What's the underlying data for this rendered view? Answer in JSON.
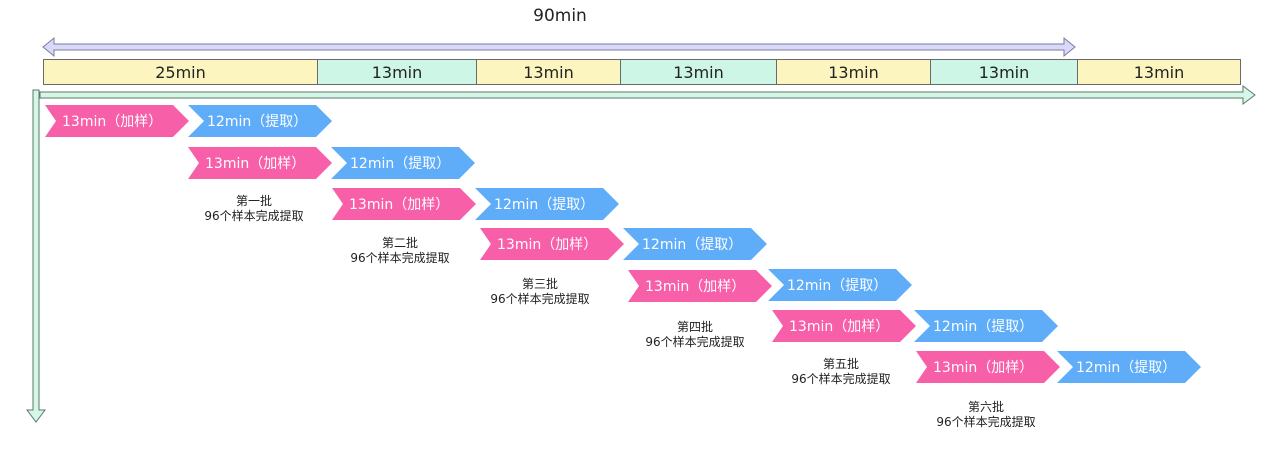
{
  "total_label": "90min",
  "segments": [
    {
      "label": "25min",
      "color": "yellow"
    },
    {
      "label": "13min",
      "color": "green"
    },
    {
      "label": "13min",
      "color": "yellow"
    },
    {
      "label": "13min",
      "color": "green"
    },
    {
      "label": "13min",
      "color": "yellow"
    },
    {
      "label": "13min",
      "color": "green"
    },
    {
      "label": "13min",
      "color": "yellow"
    }
  ],
  "steps": {
    "add": "13min（加样）",
    "extract": "12min（提取）"
  },
  "batches": [
    {
      "name": "第一批",
      "desc": "96个样本完成提取"
    },
    {
      "name": "第二批",
      "desc": "96个样本完成提取"
    },
    {
      "name": "第三批",
      "desc": "96个样本完成提取"
    },
    {
      "name": "第四批",
      "desc": "96个样本完成提取"
    },
    {
      "name": "第五批",
      "desc": "96个样本完成提取"
    },
    {
      "name": "第六批",
      "desc": "96个样本完成提取"
    }
  ],
  "colors": {
    "add": "#f75fa9",
    "extract": "#5fadf8",
    "segment_yellow": "#fdf5bf",
    "segment_green": "#cdf6e6"
  }
}
